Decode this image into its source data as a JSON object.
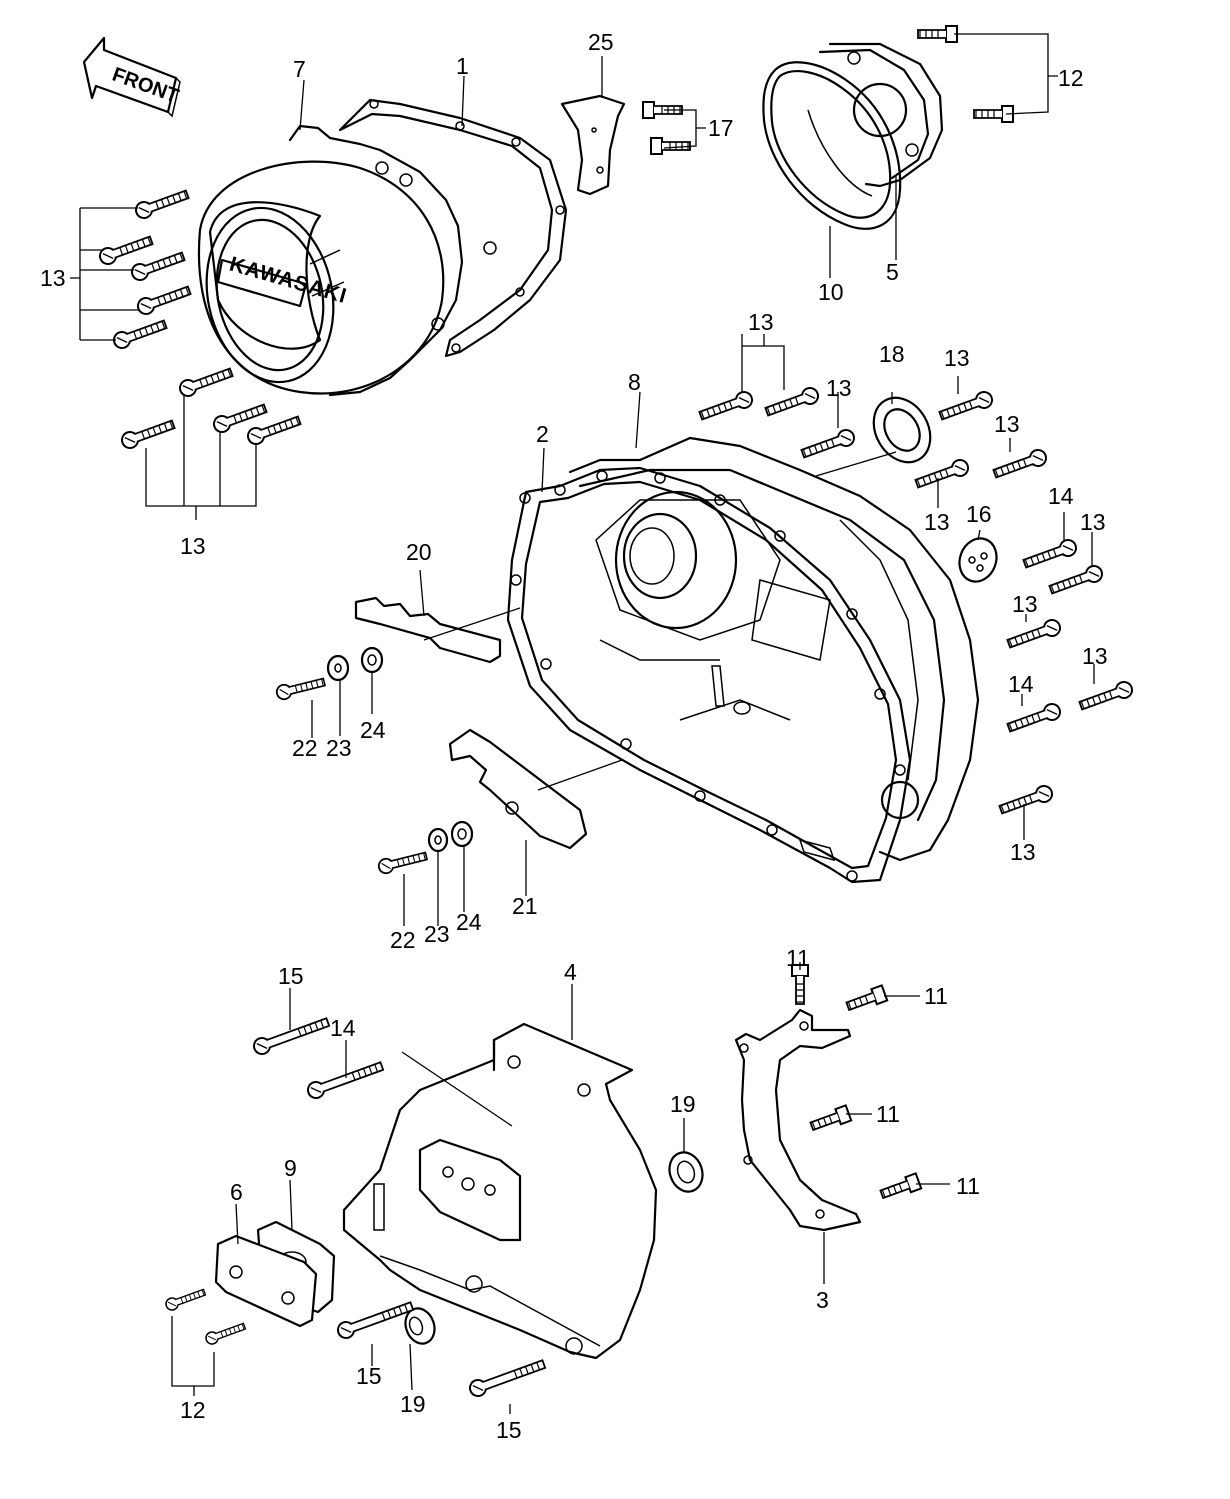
{
  "brand_text": "KAWASAKI",
  "direction_label": "FRONT",
  "part_numbers": [
    "1",
    "2",
    "3",
    "4",
    "5",
    "6",
    "7",
    "8",
    "9",
    "10",
    "11",
    "12",
    "13",
    "14",
    "15",
    "16",
    "17",
    "18",
    "19",
    "20",
    "21",
    "22",
    "23",
    "24",
    "25"
  ],
  "callouts": {
    "c1": "1",
    "c2": "2",
    "c3": "3",
    "c4": "4",
    "c5": "5",
    "c6": "6",
    "c7": "7",
    "c8": "8",
    "c9": "9",
    "c10": "10",
    "c11a": "11",
    "c11b": "11",
    "c11c": "11",
    "c11d": "11",
    "c12a": "12",
    "c12b": "12",
    "c13a": "13",
    "c13b": "13",
    "c13c": "13",
    "c13d": "13",
    "c13e": "13",
    "c13f": "13",
    "c13g": "13",
    "c13h": "13",
    "c13i": "13",
    "c13j": "13",
    "c13k": "13",
    "c14a": "14",
    "c14b": "14",
    "c14c": "14",
    "c15a": "15",
    "c15b": "15",
    "c15c": "15",
    "c16": "16",
    "c17": "17",
    "c18": "18",
    "c19a": "19",
    "c19b": "19",
    "c20": "20",
    "c21": "21",
    "c22a": "22",
    "c22b": "22",
    "c23a": "23",
    "c23b": "23",
    "c24a": "24",
    "c24b": "24",
    "c25": "25"
  }
}
